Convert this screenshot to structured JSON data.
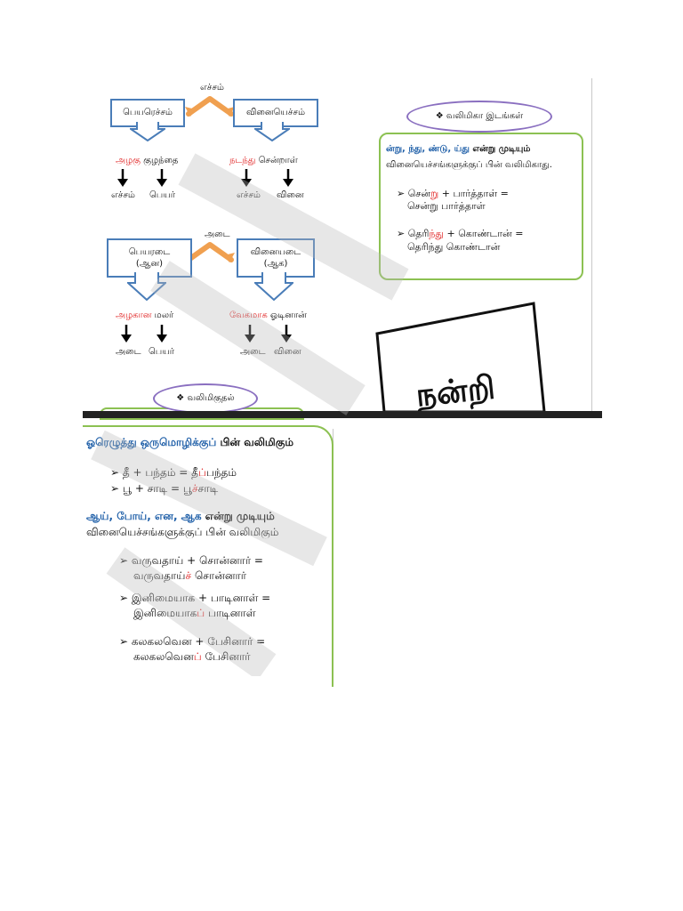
{
  "top": {
    "group1": {
      "label": "எச்சம்",
      "left_box": "பெயரெச்சம்",
      "right_box": "வினையெச்சம்",
      "left_example_red": "அழகு",
      "left_example_rest": " குழந்தை",
      "right_example_red": "நடந்து",
      "right_example_rest": " சென்றாள்",
      "left_word1": "எச்சம்",
      "left_word2": "பெயர்",
      "right_word1": "எச்சம்",
      "right_word2": "வினை"
    },
    "group2": {
      "label": "அடை",
      "left_box_line1": "பெயரடை",
      "left_box_line2": "(ஆன)",
      "right_box_line1": "வினையடை",
      "right_box_line2": "(ஆக)",
      "left_example_red": "அழகான",
      "left_example_rest": " மலர்",
      "right_example_red": "வேகமாக",
      "right_example_rest": " ஓடினான்",
      "left_word1": "அடை",
      "left_word2": "பெயர்",
      "right_word1": "அடை",
      "right_word2": "வினை"
    },
    "valimiga_title": "❖ வலிமிகா இடங்கள்",
    "valimiga_heading_blue": "ன்று, ந்து, ண்டு, ய்து",
    "valimiga_heading_rest": " என்று முடியும்",
    "valimiga_heading_line2": "வினையெச்சங்களுக்குப் பின் வலிமிகாது.",
    "valimiga_item1_a": "சென்",
    "valimiga_item1_red": "று",
    "valimiga_item1_b": " + பார்த்தாள்  =",
    "valimiga_item1_line2": "சென்று பார்த்தாள்",
    "valimiga_item2_a": "தெரி",
    "valimiga_item2_red": "ந்து",
    "valimiga_item2_b": " + கொண்டான் =",
    "valimiga_item2_line2": "தெரிந்து கொண்டான்",
    "thanks_text": "நன்றி",
    "valimigudhal_title": "❖ வலிமிகுதல்"
  },
  "bottom": {
    "heading1_blue": "ஓரெழுத்து ஒருமொழிக்குப்",
    "heading1_rest": " பின் வலிமிகும்",
    "item1_a": "தீ + பந்தம் = தீ",
    "item1_red": "ப்",
    "item1_b": "பந்தம்",
    "item2_a": "பூ + சாடி = பூ",
    "item2_red": "ச்",
    "item2_b": "சாடி",
    "heading2_blue": "ஆய், போய், என, ஆக",
    "heading2_rest": " என்று முடியும்",
    "heading2_line2": "வினையெச்சங்களுக்குப் பின் வலிமிகும்",
    "ex1_line1": "வருவதாய் + சொன்னார்    =",
    "ex1_a": "வருவதாய்",
    "ex1_red": "ச்",
    "ex1_b": " சொன்னார்",
    "ex2_line1": " இனிமையாக + பாடினாள் =",
    "ex2_a": "இனிமையாக",
    "ex2_red": "ப்",
    "ex2_b": " பாடினாள்",
    "ex3_line1": "கலகலவென + பேசினார்    =",
    "ex3_a": "கலகலவென",
    "ex3_red": "ப்",
    "ex3_b": " பேசினார்"
  },
  "colors": {
    "box_border": "#4a7db8",
    "orange_arrow": "#f0a050",
    "green_border": "#8cc152",
    "ellipse_border": "#8a6fc0",
    "red": "#e02020",
    "blue": "#1f5fa8"
  }
}
